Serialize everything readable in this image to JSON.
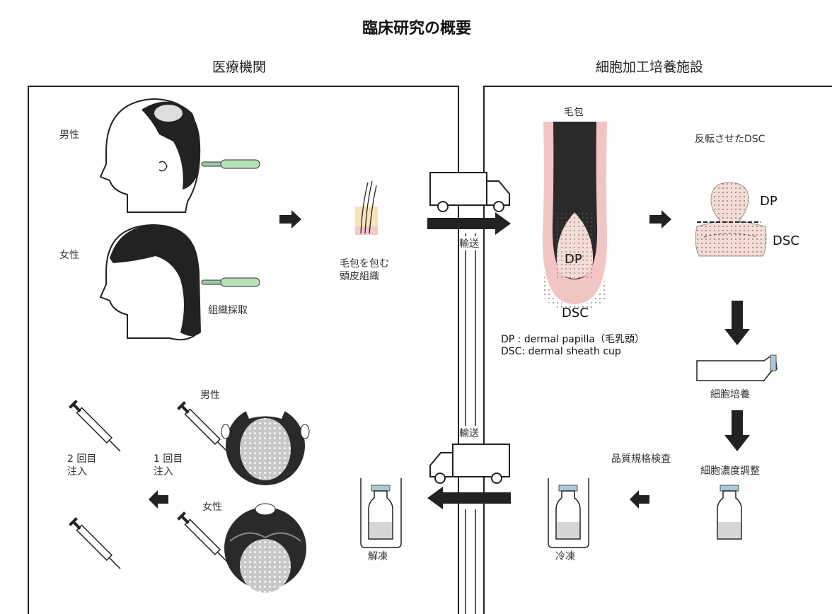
{
  "title": "臨床研究の概要",
  "sections": {
    "left": "医療機関",
    "right": "細胞加工培養施設"
  },
  "labels": {
    "male_top": "男性",
    "female_top": "女性",
    "tissue_harvest": "組織採取",
    "scalp_tissue_line1": "毛包を包む",
    "scalp_tissue_line2": "頭皮組織",
    "transport_top": "輸送",
    "transport_bottom": "輸送",
    "hair_follicle": "毛包",
    "dp": "DP",
    "dsc": "DSC",
    "inverted_dsc": "反転させたDSC",
    "dp_right": "DP",
    "dsc_right": "DSC",
    "legend_dp": "DP : dermal papilla（毛乳頭）",
    "legend_dsc": "DSC: dermal sheath cup",
    "cell_culture": "細胞培養",
    "quality_test": "品質規格検査",
    "concentration_adjust": "細胞濃度調整",
    "freeze": "冷凍",
    "thaw": "解凍",
    "male_bottom": "男性",
    "female_bottom": "女性",
    "injection1_line1": "1 回目",
    "injection1_line2": "注入",
    "injection2_line1": "2 回目",
    "injection2_line2": "注入"
  },
  "colors": {
    "skin_pink": "#f2c5c5",
    "follicle_dark": "#222222",
    "dp_fill": "#f3ddd6",
    "vial_blue": "#a9c9d6"
  },
  "icons": [
    "truck-icon",
    "syringe-icon",
    "vial-icon",
    "flask-icon",
    "arrow-icon"
  ]
}
